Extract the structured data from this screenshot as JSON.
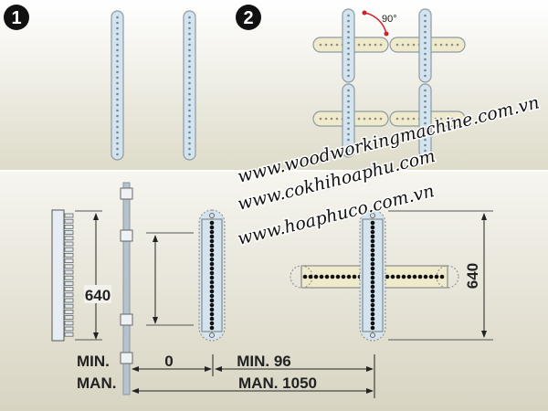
{
  "steps": {
    "one": "1",
    "two": "2"
  },
  "angle_label": "90°",
  "dimensions": {
    "height_left": "640",
    "height_right": "640",
    "min_label": "MIN.",
    "min_gap": "0",
    "min_spacing": "MIN. 96",
    "max_label": "MAN.",
    "max_spacing": "MAN. 1050"
  },
  "watermarks": [
    "www.woodworkingmachine.com.vn",
    "www.cokhihoaphu.com",
    "www.hoaphuco.com.vn"
  ],
  "colors": {
    "strip": "#d4e4ee",
    "bar": "#efeacb",
    "angle": "#d0202a",
    "bg_top": "#ffffff",
    "bg_bottom": "#dcd8c6"
  }
}
